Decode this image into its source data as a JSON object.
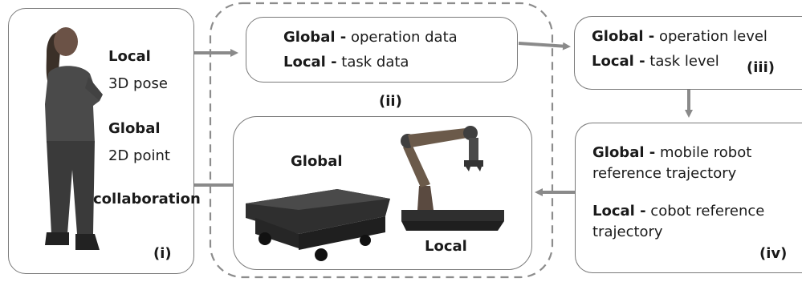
{
  "box_i": {
    "local_title": "Local",
    "local_value": "3D pose",
    "global_title": "Global",
    "global_value": "2D point",
    "id": "(i)"
  },
  "box_ii": {
    "global_key": "Global -",
    "global_value": "operation data",
    "local_key": "Local -",
    "local_value": "task data",
    "id": "(ii)"
  },
  "box_iii": {
    "global_key": "Global -",
    "global_value": "operation level",
    "local_key": "Local -",
    "local_value": "task level",
    "id": "(iii)"
  },
  "box_iv": {
    "global_key": "Global -",
    "global_value_line1": "mobile robot",
    "global_value_line2": "reference trajectory",
    "local_key": "Local -",
    "local_value_line1": "cobot reference",
    "local_value_line2": "trajectory",
    "id": "(iv)"
  },
  "robots": {
    "global_label": "Global",
    "local_label": "Local"
  },
  "arrows": {
    "collaboration_label": "collaboration"
  },
  "colors": {
    "box_border": "#7a7a7a",
    "arrow": "#8a8a8a",
    "dashed": "#8c8c8c",
    "robot_dark": "#3a3a3a",
    "robot_arm": "#6b5a4a"
  }
}
